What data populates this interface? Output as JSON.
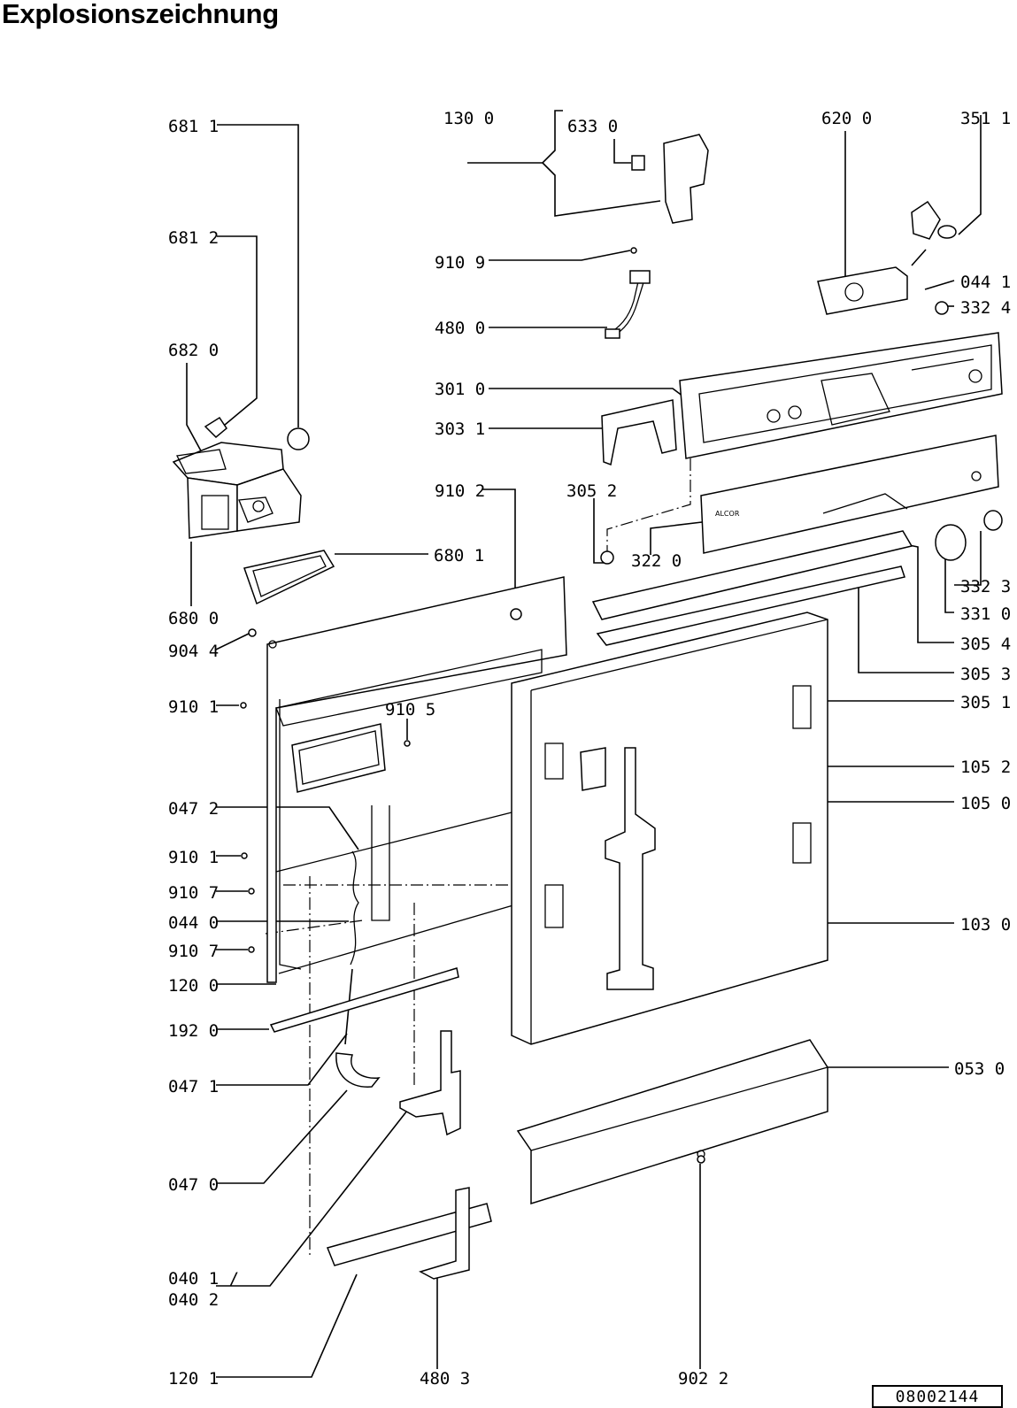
{
  "title": "Explosionszeichnung",
  "doc_number": "08002144",
  "callouts": [
    {
      "id": "c6811",
      "text": "681 1"
    },
    {
      "id": "c6812",
      "text": "681 2"
    },
    {
      "id": "c6820",
      "text": "682 0"
    },
    {
      "id": "c6800",
      "text": "680 0"
    },
    {
      "id": "c6801",
      "text": "680 1"
    },
    {
      "id": "c9044",
      "text": "904 4"
    },
    {
      "id": "c9101a",
      "text": "910 1"
    },
    {
      "id": "c9105",
      "text": "910 5"
    },
    {
      "id": "c0472",
      "text": "047 2"
    },
    {
      "id": "c9101b",
      "text": "910 1"
    },
    {
      "id": "c9107a",
      "text": "910 7"
    },
    {
      "id": "c0440",
      "text": "044 0"
    },
    {
      "id": "c9107b",
      "text": "910 7"
    },
    {
      "id": "c1200",
      "text": "120 0"
    },
    {
      "id": "c1920",
      "text": "192 0"
    },
    {
      "id": "c0471",
      "text": "047 1"
    },
    {
      "id": "c0470",
      "text": "047 0"
    },
    {
      "id": "c0401",
      "text": "040 1 /"
    },
    {
      "id": "c0402",
      "text": "040 2"
    },
    {
      "id": "c1201",
      "text": "120 1"
    },
    {
      "id": "c4803",
      "text": "480 3"
    },
    {
      "id": "c9022",
      "text": "902 2"
    },
    {
      "id": "c1300",
      "text": "130 0"
    },
    {
      "id": "c6330",
      "text": "633 0"
    },
    {
      "id": "c9109",
      "text": "910 9"
    },
    {
      "id": "c4800",
      "text": "480 0"
    },
    {
      "id": "c3010",
      "text": "301 0"
    },
    {
      "id": "c3031",
      "text": "303 1"
    },
    {
      "id": "c9102",
      "text": "910 2"
    },
    {
      "id": "c3052",
      "text": "305 2"
    },
    {
      "id": "c3220",
      "text": "322 0"
    },
    {
      "id": "c6200",
      "text": "620 0"
    },
    {
      "id": "c3511",
      "text": "351 1"
    },
    {
      "id": "c0441",
      "text": "044 1"
    },
    {
      "id": "c3324",
      "text": "332 4"
    },
    {
      "id": "c3323",
      "text": "332 3"
    },
    {
      "id": "c3310",
      "text": "331 0"
    },
    {
      "id": "c3054",
      "text": "305 4"
    },
    {
      "id": "c3053",
      "text": "305 3"
    },
    {
      "id": "c3051",
      "text": "305 1"
    },
    {
      "id": "c1052",
      "text": "105 2"
    },
    {
      "id": "c1050",
      "text": "105 0"
    },
    {
      "id": "c1030",
      "text": "103 0"
    },
    {
      "id": "c0530",
      "text": "053 0"
    }
  ],
  "panel_brand": "ALCOR"
}
